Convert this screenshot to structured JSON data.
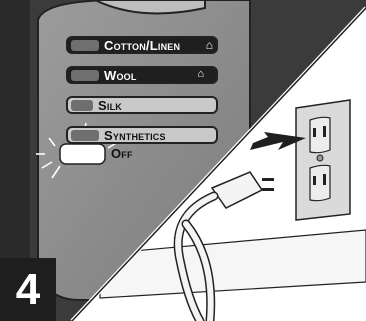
{
  "step": {
    "number": "4"
  },
  "settings": [
    {
      "label": "Cotton/Linen",
      "icon": "iron-icon",
      "state": "dark"
    },
    {
      "label": "Wool",
      "icon": "iron-icon",
      "state": "dark"
    },
    {
      "label": "Silk",
      "icon": "",
      "state": "light"
    },
    {
      "label": "Synthetics",
      "icon": "",
      "state": "light"
    },
    {
      "label": "Off",
      "icon": "",
      "state": "glowing"
    }
  ],
  "colors": {
    "panel_dark": "#3a3a3a",
    "panel_mid": "#8a8a8a",
    "panel_light": "#cfcfcf",
    "outlet_plate": "#d9d9d9",
    "cord": "#f4f4f4"
  }
}
